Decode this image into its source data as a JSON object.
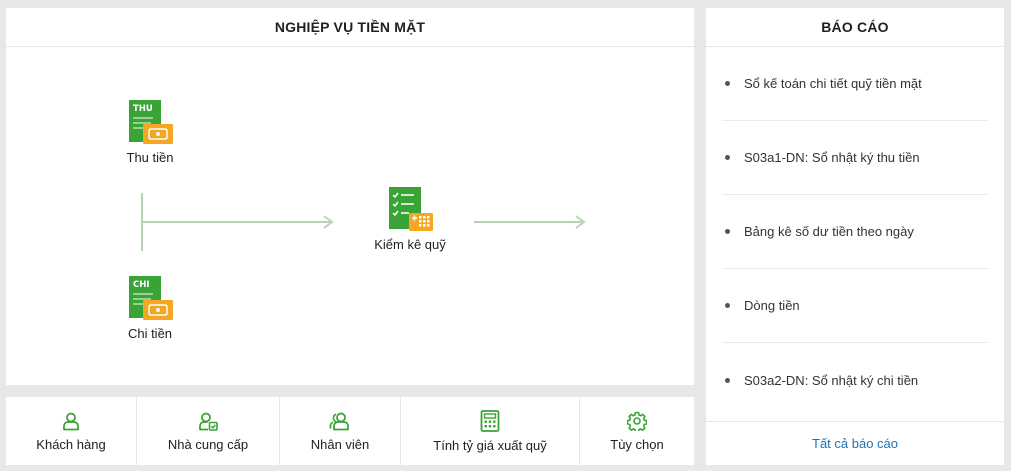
{
  "main": {
    "title": "NGHIỆP VỤ TIỀN MẶT",
    "nodes": {
      "thu": {
        "icon_text": "THU",
        "label": "Thu tiền",
        "icon": "cash-receipt-icon"
      },
      "chi": {
        "icon_text": "CHI",
        "label": "Chi tiền",
        "icon": "cash-payment-icon"
      },
      "kiemke": {
        "label": "Kiểm kê quỹ",
        "icon": "checklist-calculator-icon"
      }
    }
  },
  "reports": {
    "title": "BÁO CÁO",
    "items": [
      {
        "label": "Sổ kế toán chi tiết quỹ tiền mặt"
      },
      {
        "label": "S03a1-DN: Sổ nhật ký thu tiền"
      },
      {
        "label": "Bảng kê số dư tiền theo ngày"
      },
      {
        "label": "Dòng tiền"
      },
      {
        "label": "S03a2-DN: Sổ nhật ký chi tiền"
      }
    ],
    "footer_link": "Tất cả báo cáo"
  },
  "shortcuts": [
    {
      "label": "Khách hàng",
      "icon": "customer-icon"
    },
    {
      "label": "Nhà cung cấp",
      "icon": "supplier-icon"
    },
    {
      "label": "Nhân viên",
      "icon": "employee-icon"
    },
    {
      "label": "Tính tỷ giá xuất quỹ",
      "icon": "calculator-icon"
    },
    {
      "label": "Tùy chọn",
      "icon": "gear-icon"
    }
  ],
  "colors": {
    "icon_green": "#3aa335",
    "icon_orange": "#f5a623",
    "connector": "#b9d3b7",
    "link_blue": "#1a73b8"
  }
}
